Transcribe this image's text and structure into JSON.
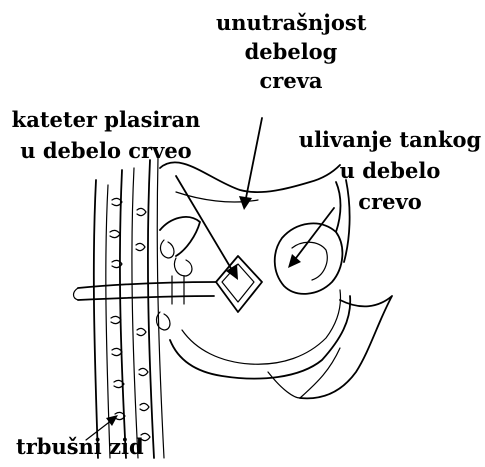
{
  "labels": {
    "colon_interior": [
      "unutrašnjost",
      "debelog",
      "creva"
    ],
    "catheter": [
      "kateter plasiran",
      "u debelo crveo"
    ],
    "ileum_inflow": [
      "ulivanje tankog",
      "u debelo",
      "crevo"
    ],
    "abdominal_wall": "trbušni zid"
  }
}
